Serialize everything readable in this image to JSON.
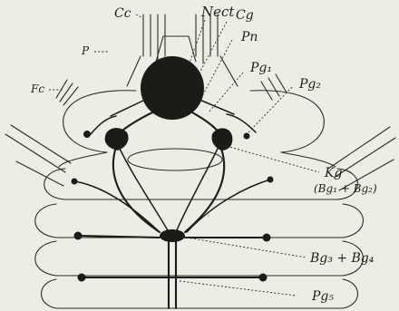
{
  "labels": {
    "cc": "Cc",
    "nect": "Nect",
    "cg": "Cg",
    "pn": "Pn",
    "p": "P",
    "pg1": "Pg₁",
    "pg2": "Pg₂",
    "fc": "Fc",
    "kg": "Kg",
    "kg_sub": "(Bg₁ + Bg₂)",
    "bg34": "Bg₃ + Bg₄",
    "pg5": "Pg₅"
  },
  "colors": {
    "paper": "#eceee6",
    "ink": "#1b1c18"
  }
}
